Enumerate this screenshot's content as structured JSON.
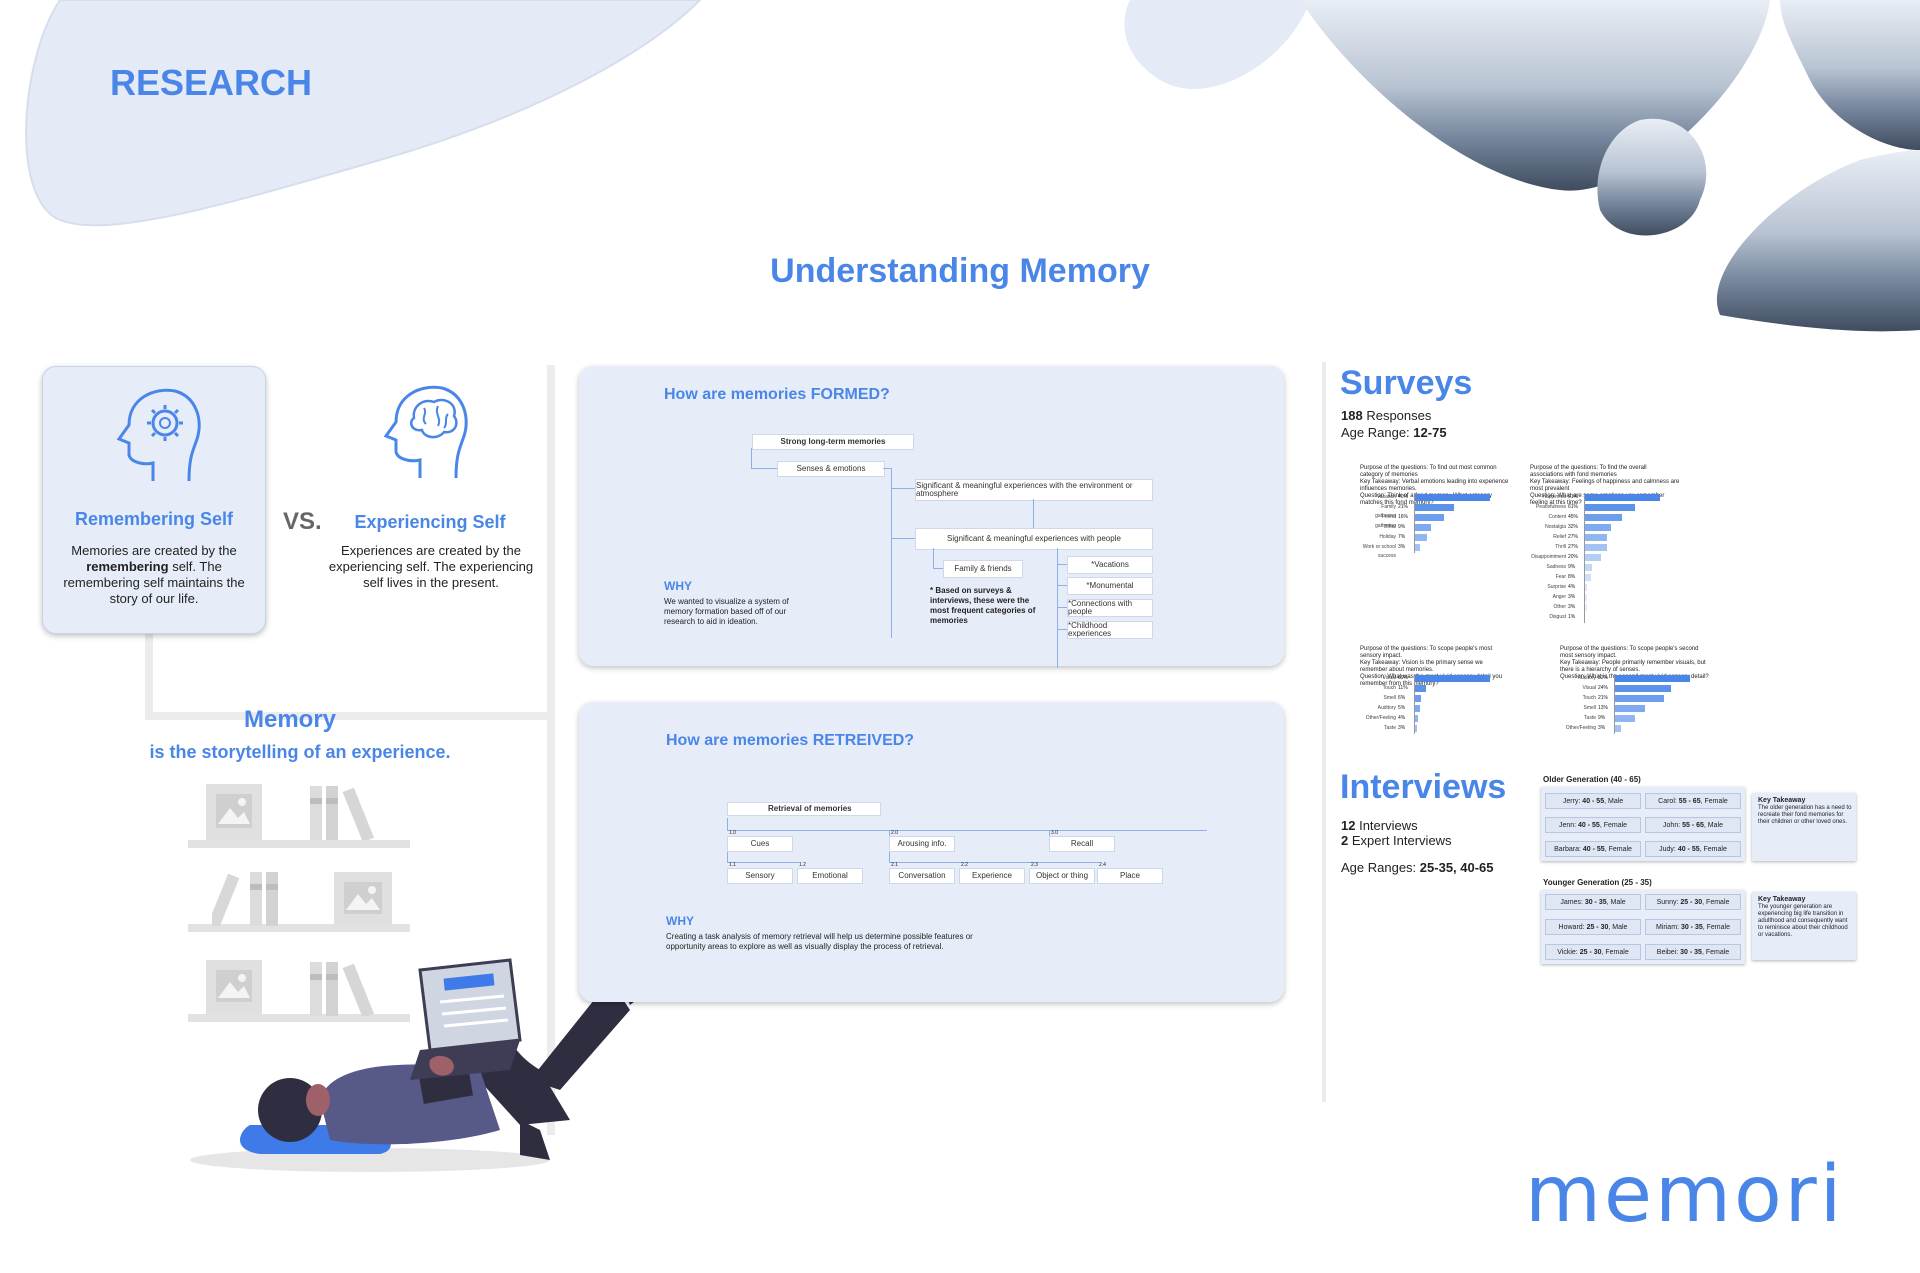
{
  "page": {
    "section_label": "RESEARCH",
    "main_title": "Understanding Memory",
    "brand": "memori"
  },
  "colors": {
    "accent": "#4a86e8",
    "panel": "#e7edf8",
    "blob": "#e4eaf6"
  },
  "selves": {
    "remembering": {
      "title": "Remembering Self",
      "desc_pre": "Memories are created by the",
      "desc_bold": "remembering",
      "desc_post": "self. The remembering self maintains the story of our life.",
      "icon": "head-gear-icon"
    },
    "vs": "VS.",
    "experiencing": {
      "title": "Experiencing Self",
      "desc": "Experiences are created by the experiencing self. The experiencing self lives in the present.",
      "icon": "head-brain-icon"
    }
  },
  "memory_quote": {
    "title": "Memory",
    "subtitle": "is the storytelling of an experience."
  },
  "formed": {
    "title": "How are memories FORMED?",
    "nodes": {
      "n1": "Strong long-term memories",
      "n2": "Senses & emotions",
      "n3": "Significant & meaningful experiences with the environment or atmosphere",
      "n4": "Significant & meaningful experiences with people",
      "n5": "Family & friends",
      "c1": "*Vacations",
      "c2": "*Monumental",
      "c3": "*Connections with people",
      "c4": "*Childhood experiences"
    },
    "note": "* Based on surveys & interviews, these were the most frequent categories of memories",
    "why_label": "WHY",
    "why_text": "We wanted to visualize a system of memory formation based off of our research to aid in ideation."
  },
  "retrieved": {
    "title": "How are memories RETREIVED?",
    "root": "Retrieval of memories",
    "cols": [
      {
        "num": "1.0",
        "label": "Cues"
      },
      {
        "num": "2.0",
        "label": "Arousing info."
      },
      {
        "num": "3.0",
        "label": "Recall"
      }
    ],
    "leaves": [
      {
        "num": "1.1",
        "label": "Sensory"
      },
      {
        "num": "1.2",
        "label": "Emotional"
      },
      {
        "num": "2.1",
        "label": "Conversation"
      },
      {
        "num": "2.2",
        "label": "Experience"
      },
      {
        "num": "2.3",
        "label": "Object or thing"
      },
      {
        "num": "2.4",
        "label": "Place"
      }
    ],
    "why_label": "WHY",
    "why_text": "Creating a task analysis of memory retrieval will help us determine possible features or opportunity areas to explore as well as visually display the process of retrieval."
  },
  "surveys": {
    "title": "Surveys",
    "responses_num": "188",
    "responses_label": "Responses",
    "age_label": "Age Range:",
    "age_value": "12-75"
  },
  "chart_data": [
    {
      "type": "bar",
      "orientation": "horizontal",
      "purpose": "Purpose of the questions: To find out most common category of memories",
      "takeaway": "Key Takeaway: Verbal emotions leading into experience influences memories.",
      "question": "Question: Think of a fond memory. What category matches this fond memory?",
      "categories": [
        "Vacation",
        "Family gathering",
        "Friend gathering",
        "Other",
        "Holiday",
        "Work or school success"
      ],
      "labels": [
        "40%",
        "21%",
        "16%",
        "9%",
        "7%",
        "3%"
      ],
      "values": [
        40,
        21,
        16,
        9,
        7,
        3
      ]
    },
    {
      "type": "bar",
      "orientation": "horizontal",
      "purpose": "Purpose of the questions: To find the overall associations with fond memories",
      "takeaway": "Key Takeaway: Feelings of happiness and calmness are most prevalent",
      "question": "Question: What are some emotions you remember feeling at this time?",
      "categories": [
        "Happiness",
        "Peacefulness",
        "Content",
        "Nostalgia",
        "Relief",
        "Thrill",
        "Disappointment",
        "Sadness",
        "Fear",
        "Surprise",
        "Anger",
        "Other",
        "Disgust"
      ],
      "labels": [
        "91%",
        "61%",
        "45%",
        "32%",
        "27%",
        "27%",
        "20%",
        "9%",
        "8%",
        "4%",
        "3%",
        "3%",
        "1%"
      ],
      "values": [
        91,
        61,
        45,
        32,
        27,
        27,
        20,
        9,
        8,
        4,
        3,
        3,
        1
      ]
    },
    {
      "type": "bar",
      "orientation": "horizontal",
      "purpose": "Purpose of the questions: To scope people's most sensory impact.",
      "takeaway": "Key Takeaway: Vision is the primary sense we remember about memories.",
      "question": "Question: What was the most vivid sensory detail you remember from this memory?",
      "categories": [
        "Visual",
        "Touch",
        "Smell",
        "Auditory",
        "Other/Feeling",
        "Taste"
      ],
      "labels": [
        "69%",
        "11%",
        "6%",
        "5%",
        "4%",
        "3%"
      ],
      "values": [
        69,
        11,
        6,
        5,
        4,
        3
      ]
    },
    {
      "type": "bar",
      "orientation": "horizontal",
      "purpose": "Purpose of the questions: To scope people's second most sensory impact.",
      "takeaway": "Key Takeaway: People primarily remember visuals, but there is a hierarchy of senses.",
      "question": "Question: What is the second most vivid sensory detail?",
      "categories": [
        "Auditory",
        "Visual",
        "Touch",
        "Smell",
        "Taste",
        "Other/Feeling"
      ],
      "labels": [
        "32%",
        "24%",
        "21%",
        "13%",
        "9%",
        "3%"
      ],
      "values": [
        32,
        24,
        21,
        13,
        9,
        3
      ]
    }
  ],
  "interviews": {
    "title": "Interviews",
    "count_num": "12",
    "count_label": "Interviews",
    "expert_num": "2",
    "expert_label": "Expert Interviews",
    "age_label": "Age Ranges:",
    "age_value": "25-35, 40-65",
    "older": {
      "heading": "Older Generation (40 - 65)",
      "people": [
        {
          "name": "Jerry:",
          "info": "40 - 55",
          "sex": ", Male"
        },
        {
          "name": "Carol:",
          "info": "55 - 65",
          "sex": ", Female"
        },
        {
          "name": "Jenn:",
          "info": "40 - 55",
          "sex": ", Female"
        },
        {
          "name": "John:",
          "info": "55 - 65",
          "sex": ", Male"
        },
        {
          "name": "Barbara:",
          "info": "40 - 55",
          "sex": ", Female"
        },
        {
          "name": "Judy:",
          "info": "40 - 55",
          "sex": ", Female"
        }
      ],
      "takeaway_title": "Key Takeaway",
      "takeaway_text": "The older generation has a need to recreate their fond memories for their children or other loved ones."
    },
    "younger": {
      "heading": "Younger Generation (25 - 35)",
      "people": [
        {
          "name": "James:",
          "info": "30 - 35",
          "sex": ", Male"
        },
        {
          "name": "Sunny:",
          "info": "25 - 30",
          "sex": ", Female"
        },
        {
          "name": "Howard:",
          "info": "25 - 30",
          "sex": ", Male"
        },
        {
          "name": "Miriam:",
          "info": "30 - 35",
          "sex": ", Female"
        },
        {
          "name": "Vickie:",
          "info": "25 - 30",
          "sex": ", Female"
        },
        {
          "name": "Beibei:",
          "info": "30 - 35",
          "sex": ", Female"
        }
      ],
      "takeaway_title": "Key Takeaway",
      "takeaway_text": "The younger generation are experiencing big life transition in adulthood and consequently want to reminisce about their childhood or vacations."
    }
  }
}
